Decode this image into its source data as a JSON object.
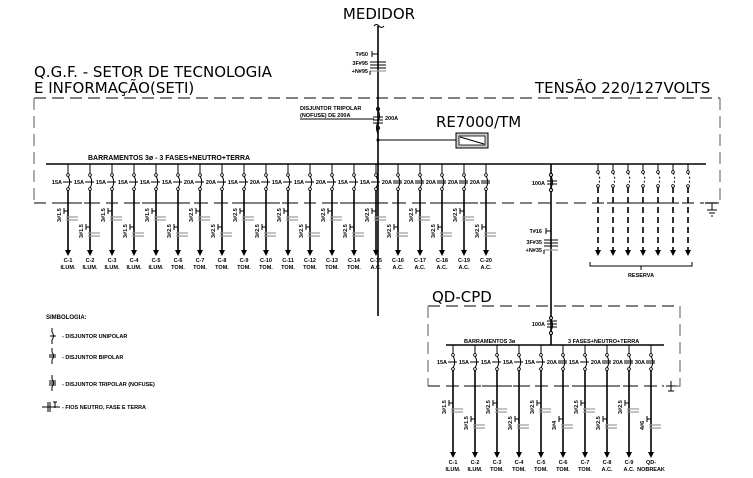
{
  "meter": {
    "label": "MEDIDOR",
    "wire_t": "T#50",
    "wire_f": "3F#95",
    "wire_n": "+N#95"
  },
  "main_panel": {
    "title_line1": "Q.G.F. - SETOR DE TECNOLOGIA",
    "title_line2": "E INFORMAÇÃO(SETI)",
    "voltage": "TENSÃO 220/127VOLTS",
    "main_breaker_note_line1": "DISJUNTOR TRIPOLAR",
    "main_breaker_note_line2": "(NOFUSE) DE 200A",
    "main_breaker_rating": "200A",
    "relay_label": "RE7000/TM",
    "busbar_label": "BARRAMENTOS 3ø - 3 FASES+NEUTRO+TERRA",
    "circuits": [
      {
        "id": "C-1",
        "use": "ILUM.",
        "breaker": "15A",
        "poles": 1,
        "wire": "3#1.5"
      },
      {
        "id": "C-2",
        "use": "ILUM.",
        "breaker": "15A",
        "poles": 1,
        "wire": "3#1.5"
      },
      {
        "id": "C-3",
        "use": "ILUM.",
        "breaker": "15A",
        "poles": 1,
        "wire": "3#1.5"
      },
      {
        "id": "C-4",
        "use": "ILUM.",
        "breaker": "15A",
        "poles": 1,
        "wire": "3#1.5"
      },
      {
        "id": "C-5",
        "use": "ILUM.",
        "breaker": "15A",
        "poles": 1,
        "wire": "3#1.5"
      },
      {
        "id": "C-6",
        "use": "TOM.",
        "breaker": "15A",
        "poles": 1,
        "wire": "3#2.5"
      },
      {
        "id": "C-7",
        "use": "TOM.",
        "breaker": "20A",
        "poles": 1,
        "wire": "3#2.5"
      },
      {
        "id": "C-8",
        "use": "TOM.",
        "breaker": "20A",
        "poles": 1,
        "wire": "3#2.5"
      },
      {
        "id": "C-9",
        "use": "TOM.",
        "breaker": "15A",
        "poles": 1,
        "wire": "3#2.5"
      },
      {
        "id": "C-10",
        "use": "TOM.",
        "breaker": "20A",
        "poles": 1,
        "wire": "3#2.5"
      },
      {
        "id": "C-11",
        "use": "TOM.",
        "breaker": "15A",
        "poles": 1,
        "wire": "3#2.5"
      },
      {
        "id": "C-12",
        "use": "TOM.",
        "breaker": "15A",
        "poles": 1,
        "wire": "3#2.5"
      },
      {
        "id": "C-13",
        "use": "TOM.",
        "breaker": "20A",
        "poles": 1,
        "wire": "3#2.5"
      },
      {
        "id": "C-14",
        "use": "TOM.",
        "breaker": "15A",
        "poles": 1,
        "wire": "3#2.5"
      },
      {
        "id": "C-15",
        "use": "A.C.",
        "breaker": "15A",
        "poles": 1,
        "wire": "3#2.5"
      },
      {
        "id": "C-16",
        "use": "A.C.",
        "breaker": "20A",
        "poles": 2,
        "wire": "3#2.5"
      },
      {
        "id": "C-17",
        "use": "A.C.",
        "breaker": "20A",
        "poles": 2,
        "wire": "3#2.5"
      },
      {
        "id": "C-18",
        "use": "A.C.",
        "breaker": "20A",
        "poles": 2,
        "wire": "3#2.5"
      },
      {
        "id": "C-19",
        "use": "A.C.",
        "breaker": "20A",
        "poles": 2,
        "wire": "3#2.5"
      },
      {
        "id": "C-20",
        "use": "A.C.",
        "breaker": "20A",
        "poles": 2,
        "wire": "3#2.5"
      }
    ],
    "feeder_breaker": "100A",
    "feeder_wire_t": "T#16",
    "feeder_wire_f": "3F#35",
    "feeder_wire_n": "+N#35",
    "reserve_count": 7,
    "reserve_label": "RESERVA"
  },
  "sub_panel": {
    "title": "QD-CPD",
    "main_breaker": "100A",
    "busbar_left": "BARRAMENTOS 3ø",
    "busbar_right": "3 FASES+NEUTRO+TERRA",
    "circuits": [
      {
        "id": "C-1",
        "use": "ILUM.",
        "breaker": "15A",
        "poles": 1,
        "wire": "3#1.5"
      },
      {
        "id": "C-2",
        "use": "ILUM.",
        "breaker": "15A",
        "poles": 1,
        "wire": "3#1.5"
      },
      {
        "id": "C-3",
        "use": "TOM.",
        "breaker": "15A",
        "poles": 1,
        "wire": "3#2.5"
      },
      {
        "id": "C-4",
        "use": "TOM.",
        "breaker": "15A",
        "poles": 1,
        "wire": "3#2.5"
      },
      {
        "id": "C-5",
        "use": "TOM.",
        "breaker": "15A",
        "poles": 1,
        "wire": "3#2.5"
      },
      {
        "id": "C-6",
        "use": "TOM.",
        "breaker": "20A",
        "poles": 2,
        "wire": "3#4"
      },
      {
        "id": "C-7",
        "use": "TOM.",
        "breaker": "15A",
        "poles": 1,
        "wire": "3#2.5"
      },
      {
        "id": "C-8",
        "use": "A.C.",
        "breaker": "20A",
        "poles": 2,
        "wire": "3#2.5"
      },
      {
        "id": "C-9",
        "use": "A.C.",
        "breaker": "20A",
        "poles": 2,
        "wire": "3#2.5"
      },
      {
        "id": "QD-",
        "use": "NOBREAK",
        "breaker": "30A",
        "poles": 2,
        "wire": "4#6"
      }
    ]
  },
  "legend": {
    "title": "SIMBOLOGIA:",
    "items": [
      {
        "symbol": "unipolar-breaker",
        "label": "- DISJUNTOR UNIPOLAR"
      },
      {
        "symbol": "bipolar-breaker",
        "label": "- DISJUNTOR BIPOLAR"
      },
      {
        "symbol": "tripolar-breaker",
        "label": "- DISJUNTOR TRIPOLAR (NOFUSE)"
      },
      {
        "symbol": "wires-symbol",
        "label": "- FIOS NEUTRO, FASE E TERRA"
      }
    ]
  }
}
